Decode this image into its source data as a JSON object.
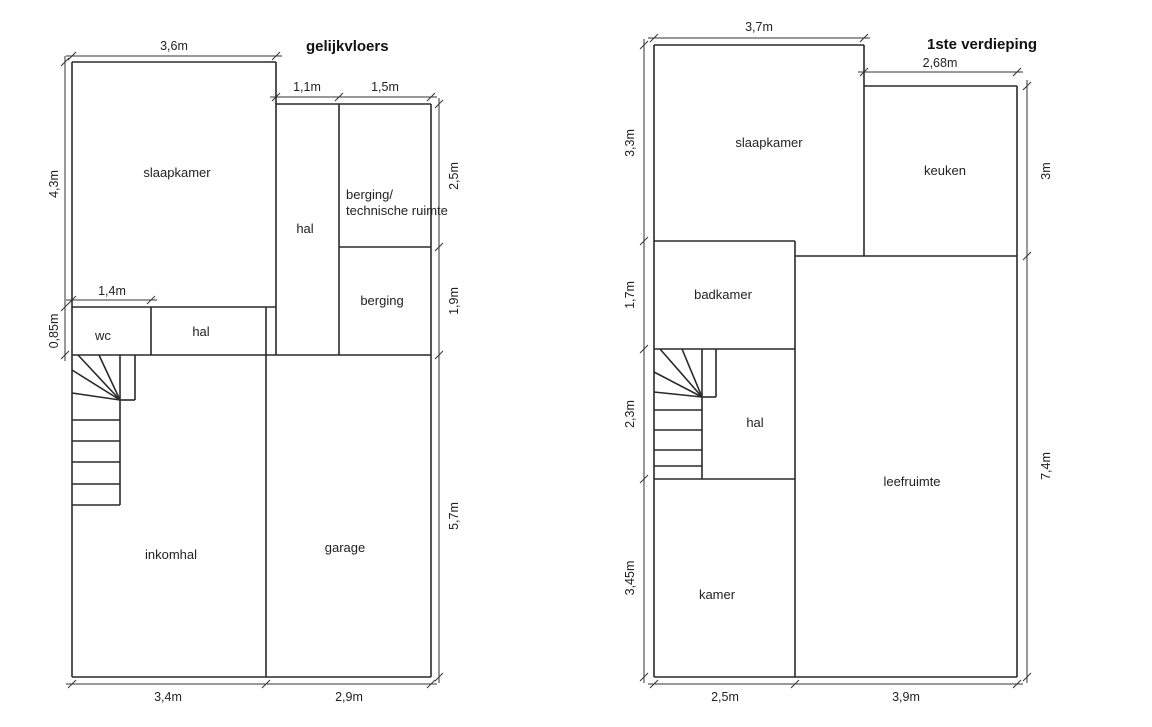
{
  "ground_floor": {
    "title": "gelijkvloers",
    "rooms": {
      "bedroom": "slaapkamer",
      "hall_top": "hal",
      "storage_tech_line1": "berging/",
      "storage_tech_line2": "technische ruimte",
      "storage": "berging",
      "wc": "wc",
      "hall_small": "hal",
      "entrance": "inkomhal",
      "garage": "garage"
    },
    "dims": {
      "top_width": "3,6m",
      "hall_width": "1,1m",
      "storage_width": "1,5m",
      "left_height": "4,3m",
      "wc_height": "0,85m",
      "wc_width": "1,4m",
      "right_top": "2,5m",
      "right_mid": "1,9m",
      "right_bottom": "5,7m",
      "bottom_left": "3,4m",
      "bottom_right": "2,9m"
    }
  },
  "first_floor": {
    "title": "1ste verdieping",
    "rooms": {
      "bedroom": "slaapkamer",
      "kitchen": "keuken",
      "bathroom": "badkamer",
      "hall": "hal",
      "living": "leefruimte",
      "room": "kamer"
    },
    "dims": {
      "top_width": "3,7m",
      "kitchen_width": "2,68m",
      "left_top": "3,3m",
      "left_bath": "1,7m",
      "left_hall": "2,3m",
      "left_bottom": "3,45m",
      "right_top": "3m",
      "right_bottom": "7,4m",
      "bottom_left": "2,5m",
      "bottom_right": "3,9m"
    }
  }
}
